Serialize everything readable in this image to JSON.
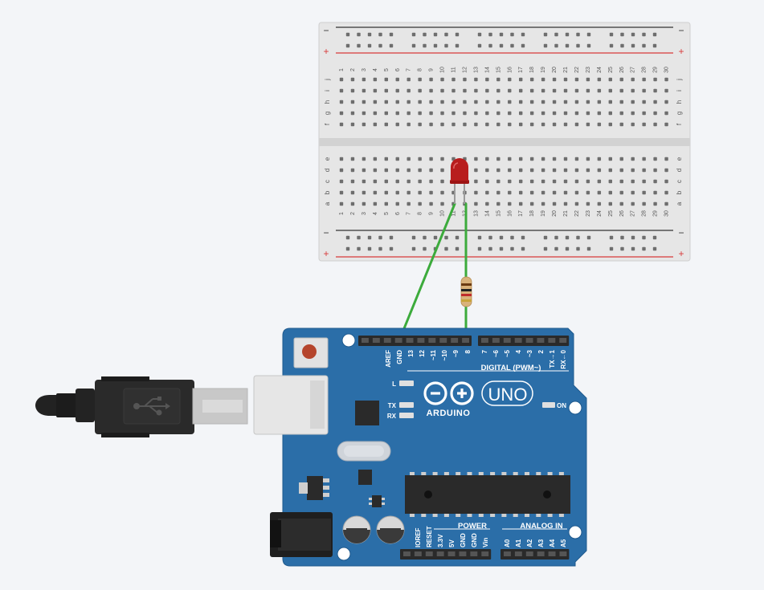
{
  "breadboard": {
    "rail_minus": "−",
    "rail_plus": "+",
    "columns": [
      "1",
      "2",
      "3",
      "4",
      "5",
      "6",
      "7",
      "8",
      "9",
      "10",
      "11",
      "12",
      "13",
      "14",
      "15",
      "16",
      "17",
      "18",
      "19",
      "20",
      "21",
      "22",
      "23",
      "24",
      "25",
      "26",
      "27",
      "28",
      "29",
      "30"
    ],
    "rows_top": [
      "j",
      "i",
      "h",
      "g",
      "f"
    ],
    "rows_bottom": [
      "e",
      "d",
      "c",
      "b",
      "a"
    ]
  },
  "arduino": {
    "board_name": "ARDUINO",
    "model": "UNO",
    "on_label": "ON",
    "led_l": "L",
    "led_tx": "TX",
    "led_rx": "RX",
    "digital_header": "DIGITAL (PWM~)",
    "power_header": "POWER",
    "analog_header": "ANALOG IN",
    "digital_pins_left": [
      "AREF",
      "GND",
      "13",
      "12",
      "~11",
      "~10",
      "~9",
      "8"
    ],
    "digital_pins_right": [
      "7",
      "~6",
      "~5",
      "4",
      "~3",
      "2",
      "TX→1",
      "RX←0"
    ],
    "power_pins": [
      "IOREF",
      "RESET",
      "3.3V",
      "5V",
      "GND",
      "GND",
      "Vin"
    ],
    "analog_pins": [
      "A0",
      "A1",
      "A2",
      "A3",
      "A4",
      "A5"
    ]
  },
  "colors": {
    "board": "#2b6ea8",
    "breadboard": "#e4e4e4",
    "wire": "#3cab3c",
    "led": "#b81d1d",
    "rail_red": "#d83a3a",
    "rail_black": "#333333"
  }
}
